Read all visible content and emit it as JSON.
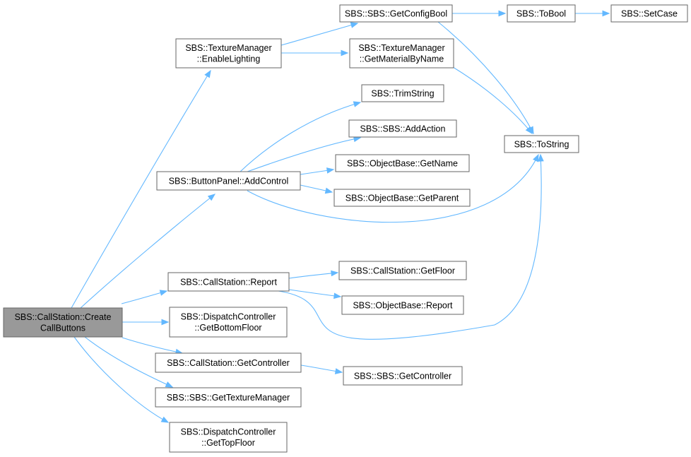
{
  "graph": {
    "nodes": [
      {
        "id": "root",
        "lines": [
          "SBS::CallStation::Create",
          "CallButtons"
        ],
        "root": true
      },
      {
        "id": "enable_lighting",
        "lines": [
          "SBS::TextureManager",
          "::EnableLighting"
        ]
      },
      {
        "id": "get_config_bool",
        "lines": [
          "SBS::SBS::GetConfigBool"
        ]
      },
      {
        "id": "to_bool",
        "lines": [
          "SBS::ToBool"
        ]
      },
      {
        "id": "set_case",
        "lines": [
          "SBS::SetCase"
        ]
      },
      {
        "id": "get_material_by_name",
        "lines": [
          "SBS::TextureManager",
          "::GetMaterialByName"
        ]
      },
      {
        "id": "to_string",
        "lines": [
          "SBS::ToString"
        ]
      },
      {
        "id": "trim_string",
        "lines": [
          "SBS::TrimString"
        ]
      },
      {
        "id": "add_action",
        "lines": [
          "SBS::SBS::AddAction"
        ]
      },
      {
        "id": "add_control",
        "lines": [
          "SBS::ButtonPanel::AddControl"
        ]
      },
      {
        "id": "get_name",
        "lines": [
          "SBS::ObjectBase::GetName"
        ]
      },
      {
        "id": "get_parent",
        "lines": [
          "SBS::ObjectBase::GetParent"
        ]
      },
      {
        "id": "report",
        "lines": [
          "SBS::CallStation::Report"
        ]
      },
      {
        "id": "get_floor",
        "lines": [
          "SBS::CallStation::GetFloor"
        ]
      },
      {
        "id": "objectbase_report",
        "lines": [
          "SBS::ObjectBase::Report"
        ]
      },
      {
        "id": "get_bottom_floor",
        "lines": [
          "SBS::DispatchController",
          "::GetBottomFloor"
        ]
      },
      {
        "id": "get_controller",
        "lines": [
          "SBS::CallStation::GetController"
        ]
      },
      {
        "id": "sbs_get_controller",
        "lines": [
          "SBS::SBS::GetController"
        ]
      },
      {
        "id": "get_texture_manager",
        "lines": [
          "SBS::SBS::GetTextureManager"
        ]
      },
      {
        "id": "get_top_floor",
        "lines": [
          "SBS::DispatchController",
          "::GetTopFloor"
        ]
      }
    ],
    "edges": [
      {
        "from": "root",
        "to": "enable_lighting"
      },
      {
        "from": "root",
        "to": "add_control"
      },
      {
        "from": "root",
        "to": "report"
      },
      {
        "from": "root",
        "to": "get_bottom_floor"
      },
      {
        "from": "root",
        "to": "get_controller"
      },
      {
        "from": "root",
        "to": "get_texture_manager"
      },
      {
        "from": "root",
        "to": "get_top_floor"
      },
      {
        "from": "enable_lighting",
        "to": "get_config_bool"
      },
      {
        "from": "enable_lighting",
        "to": "get_material_by_name"
      },
      {
        "from": "get_config_bool",
        "to": "to_bool"
      },
      {
        "from": "get_config_bool",
        "to": "to_string"
      },
      {
        "from": "to_bool",
        "to": "set_case"
      },
      {
        "from": "get_material_by_name",
        "to": "to_string"
      },
      {
        "from": "add_control",
        "to": "trim_string"
      },
      {
        "from": "add_control",
        "to": "add_action"
      },
      {
        "from": "add_control",
        "to": "get_name"
      },
      {
        "from": "add_control",
        "to": "get_parent"
      },
      {
        "from": "add_control",
        "to": "to_string"
      },
      {
        "from": "report",
        "to": "get_floor"
      },
      {
        "from": "report",
        "to": "objectbase_report"
      },
      {
        "from": "report",
        "to": "to_string"
      },
      {
        "from": "get_controller",
        "to": "sbs_get_controller"
      }
    ]
  }
}
